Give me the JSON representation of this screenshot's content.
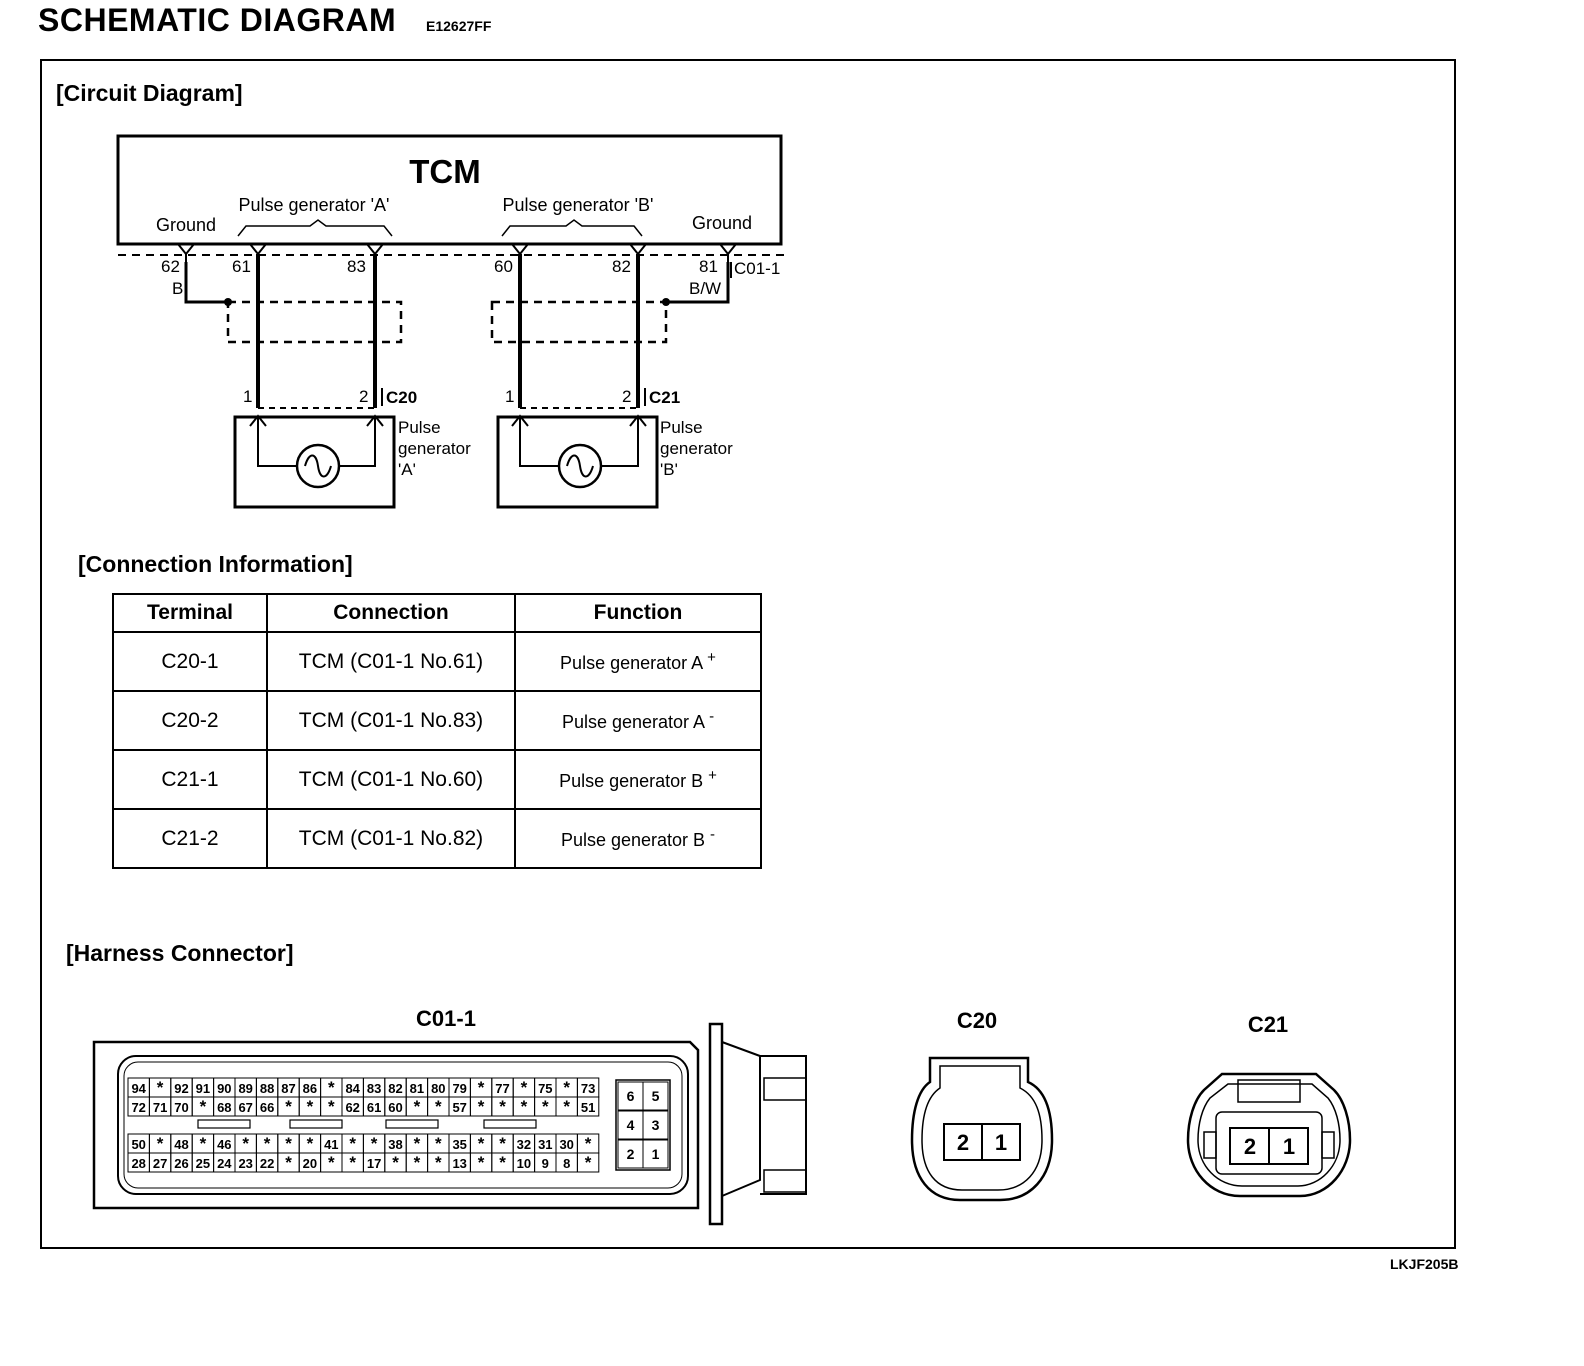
{
  "header": {
    "title": "SCHEMATIC DIAGRAM",
    "code": "E12627FF"
  },
  "figure_code": "LKJF205B",
  "circuit": {
    "heading": "[Circuit Diagram]",
    "module": "TCM",
    "pulse_a_label": "Pulse generator 'A'",
    "pulse_b_label": "Pulse generator 'B'",
    "ground_left": "Ground",
    "ground_right": "Ground",
    "connector": "C01-1",
    "pins": {
      "p62": "62",
      "p61": "61",
      "p83": "83",
      "p60": "60",
      "p82": "82",
      "p81": "81"
    },
    "wire_left": "B",
    "wire_right": "B/W",
    "c20": {
      "id": "C20",
      "pin1": "1",
      "pin2": "2",
      "name_l1": "Pulse",
      "name_l2": "generator",
      "name_l3": "'A'"
    },
    "c21": {
      "id": "C21",
      "pin1": "1",
      "pin2": "2",
      "name_l1": "Pulse",
      "name_l2": "generator",
      "name_l3": "'B'"
    }
  },
  "connection_info": {
    "heading": "[Connection Information]",
    "columns": [
      "Terminal",
      "Connection",
      "Function"
    ],
    "rows": [
      {
        "terminal": "C20-1",
        "connection": "TCM (C01-1 No.61)",
        "function": "Pulse generator A",
        "sign": "+"
      },
      {
        "terminal": "C20-2",
        "connection": "TCM (C01-1 No.83)",
        "function": "Pulse generator A",
        "sign": "-"
      },
      {
        "terminal": "C21-1",
        "connection": "TCM (C01-1 No.60)",
        "function": "Pulse generator B",
        "sign": "+"
      },
      {
        "terminal": "C21-2",
        "connection": "TCM (C01-1 No.82)",
        "function": "Pulse generator B",
        "sign": "-"
      }
    ]
  },
  "harness": {
    "heading": "[Harness Connector]",
    "c01_label": "C01-1",
    "c20_label": "C20",
    "c21_label": "C21",
    "c01_rows": [
      [
        "94",
        "*",
        "92",
        "91",
        "90",
        "89",
        "88",
        "87",
        "86",
        "*",
        "84",
        "83",
        "82",
        "81",
        "80",
        "79",
        "*",
        "77",
        "*",
        "75",
        "*",
        "73"
      ],
      [
        "72",
        "71",
        "70",
        "*",
        "68",
        "67",
        "66",
        "*",
        "*",
        "*",
        "62",
        "61",
        "60",
        "*",
        "*",
        "57",
        "*",
        "*",
        "*",
        "*",
        "*",
        "51"
      ],
      [
        "50",
        "*",
        "48",
        "*",
        "46",
        "*",
        "*",
        "*",
        "*",
        "41",
        "*",
        "*",
        "38",
        "*",
        "*",
        "35",
        "*",
        "*",
        "32",
        "31",
        "30",
        "*"
      ],
      [
        "28",
        "27",
        "26",
        "25",
        "24",
        "23",
        "22",
        "*",
        "20",
        "*",
        "*",
        "17",
        "*",
        "*",
        "*",
        "13",
        "*",
        "*",
        "10",
        "9",
        "8",
        "*"
      ]
    ],
    "c01_side": [
      [
        "6",
        "5"
      ],
      [
        "4",
        "3"
      ],
      [
        "2",
        "1"
      ]
    ],
    "c20_pins": [
      "2",
      "1"
    ],
    "c21_pins": [
      "2",
      "1"
    ]
  }
}
